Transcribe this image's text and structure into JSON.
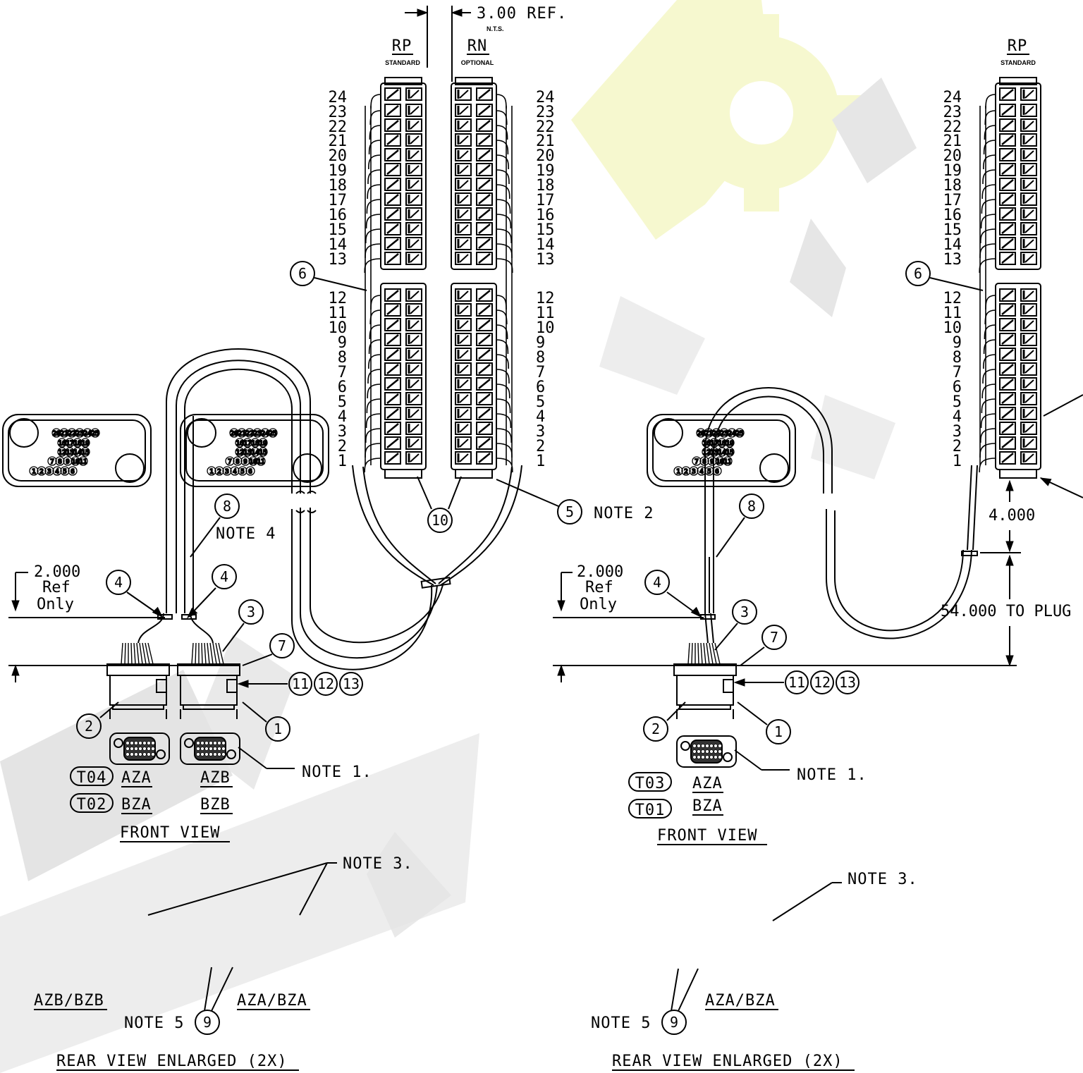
{
  "dims": {
    "ref_width": "3.00 REF.",
    "nts": "N.T.S.",
    "ref_only_left": [
      "2.000",
      "Ref",
      "Only"
    ],
    "ref_only_right": [
      "2.000",
      "Ref",
      "Only"
    ],
    "spacing": "4.000",
    "length": "54.000 TO PLUG"
  },
  "left": {
    "rp": {
      "name": "RP",
      "sub": "STANDARD"
    },
    "rn": {
      "name": "RN",
      "sub": "OPTIONAL"
    },
    "terminal_numbers": [
      "24",
      "23",
      "22",
      "21",
      "20",
      "19",
      "18",
      "17",
      "16",
      "15",
      "14",
      "13",
      "12",
      "11",
      "10",
      "9",
      "8",
      "7",
      "6",
      "5",
      "4",
      "3",
      "2",
      "1"
    ],
    "balloons": [
      "6",
      "10",
      "5",
      "8",
      "4",
      "4",
      "3",
      "7",
      "11",
      "12",
      "13",
      "2",
      "1",
      "9"
    ],
    "notes": [
      "NOTE 2",
      "NOTE 4",
      "NOTE 1.",
      "NOTE 3.",
      "NOTE 5"
    ],
    "codes": [
      {
        "tag": "T04",
        "a": "AZA",
        "b": "AZB"
      },
      {
        "tag": "T02",
        "a": "BZA",
        "b": "BZB"
      }
    ],
    "front_view": "FRONT VIEW",
    "rear_labels": [
      "AZB/BZB",
      "AZA/BZA"
    ],
    "rear_view": "REAR VIEW ENLARGED (2X)"
  },
  "right": {
    "rp": {
      "name": "RP",
      "sub": "STANDARD"
    },
    "terminal_numbers": [
      "24",
      "23",
      "22",
      "21",
      "20",
      "19",
      "18",
      "17",
      "16",
      "15",
      "14",
      "13",
      "12",
      "11",
      "10",
      "9",
      "8",
      "7",
      "6",
      "5",
      "4",
      "3",
      "2",
      "1"
    ],
    "balloons": [
      "6",
      "8",
      "4",
      "3",
      "7",
      "11",
      "12",
      "13",
      "2",
      "1",
      "9"
    ],
    "notes": [
      "NOTE 1.",
      "NOTE 3.",
      "NOTE 5"
    ],
    "codes": [
      {
        "tag": "T03",
        "a": "AZA"
      },
      {
        "tag": "T01",
        "a": "BZA"
      }
    ],
    "front_view": "FRONT VIEW",
    "rear_labels": [
      "AZA/BZA"
    ],
    "rear_view": "REAR VIEW ENLARGED (2X)"
  },
  "pins": {
    "row1": [
      "20",
      "21",
      "22",
      "23",
      "24",
      "25"
    ],
    "row2": [
      "16",
      "17",
      "18",
      "19"
    ],
    "row3": [
      "12",
      "13",
      "14",
      "15"
    ],
    "row4": [
      "7",
      "8",
      "9",
      "10",
      "11"
    ],
    "row5": [
      "1",
      "2",
      "3",
      "4",
      "5",
      "6"
    ]
  },
  "colors": {
    "line": "#000000",
    "watermark_yellow": "#f6f8cf",
    "watermark_gray": "#dddddd"
  }
}
